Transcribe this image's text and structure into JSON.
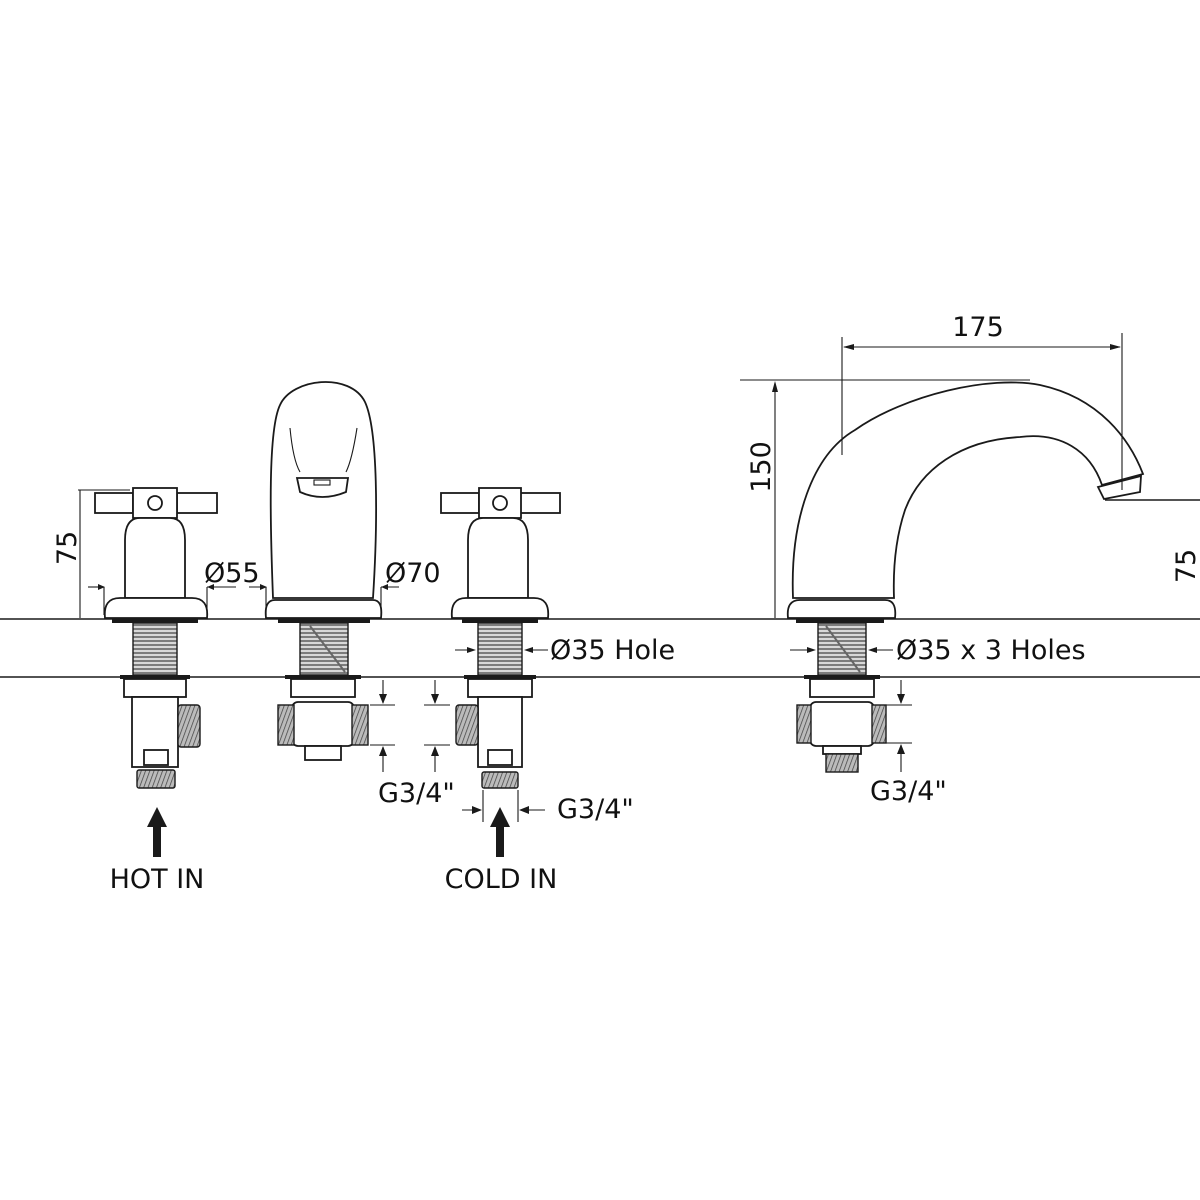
{
  "labels": {
    "hot_in": "HOT IN",
    "cold_in": "COLD IN",
    "hole_front": "Ø35 Hole",
    "hole_side": "Ø35 x 3 Holes"
  },
  "dimensions": {
    "tap_height": "75",
    "tap_base_dia": "Ø55",
    "spout_base_dia": "Ø70",
    "spout_height": "150",
    "spout_reach": "175",
    "outlet_height": "75",
    "thread_spout": "G3/4\"",
    "thread_cold": "G3/4\"",
    "thread_side": "G3/4\""
  },
  "colors": {
    "line": "#1a1a1a",
    "background": "#ffffff"
  }
}
